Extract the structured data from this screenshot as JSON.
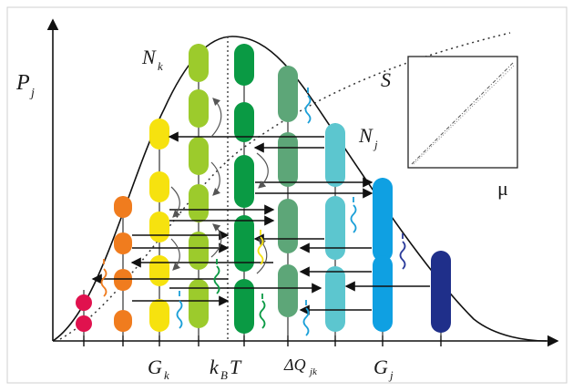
{
  "labels": {
    "y_axis": "P",
    "y_axis_sub": "j",
    "curve_nk": "N",
    "curve_nk_sub": "k",
    "curve_nj": "N",
    "curve_nj_sub": "j",
    "entropy": "S",
    "mu": "μ",
    "gk": "G",
    "gk_sub": "k",
    "kbt_k": "k",
    "kbt_b": "B",
    "kbt_t": "T",
    "dq": "ΔQ",
    "dq_sub": "jk",
    "gj": "G",
    "gj_sub": "j"
  },
  "colors": {
    "crimson": "#e0124e",
    "orange": "#f07c1e",
    "yellow": "#f6e20f",
    "lime": "#9ccb2c",
    "green": "#0a9a44",
    "sage": "#5da678",
    "cyan": "#5cc6cf",
    "blue": "#0fa0e2",
    "navy": "#1f2f8a",
    "wave_cyan": "#1a9fd8",
    "wave_orange": "#f07c1e",
    "wave_yellow": "#f6e20f",
    "wave_green": "#0a9a44",
    "wave_navy": "#2a3a9a"
  },
  "icons": [
    "energy-level-chain-icon",
    "photon-wave-icon",
    "transition-arrow-icon"
  ]
}
